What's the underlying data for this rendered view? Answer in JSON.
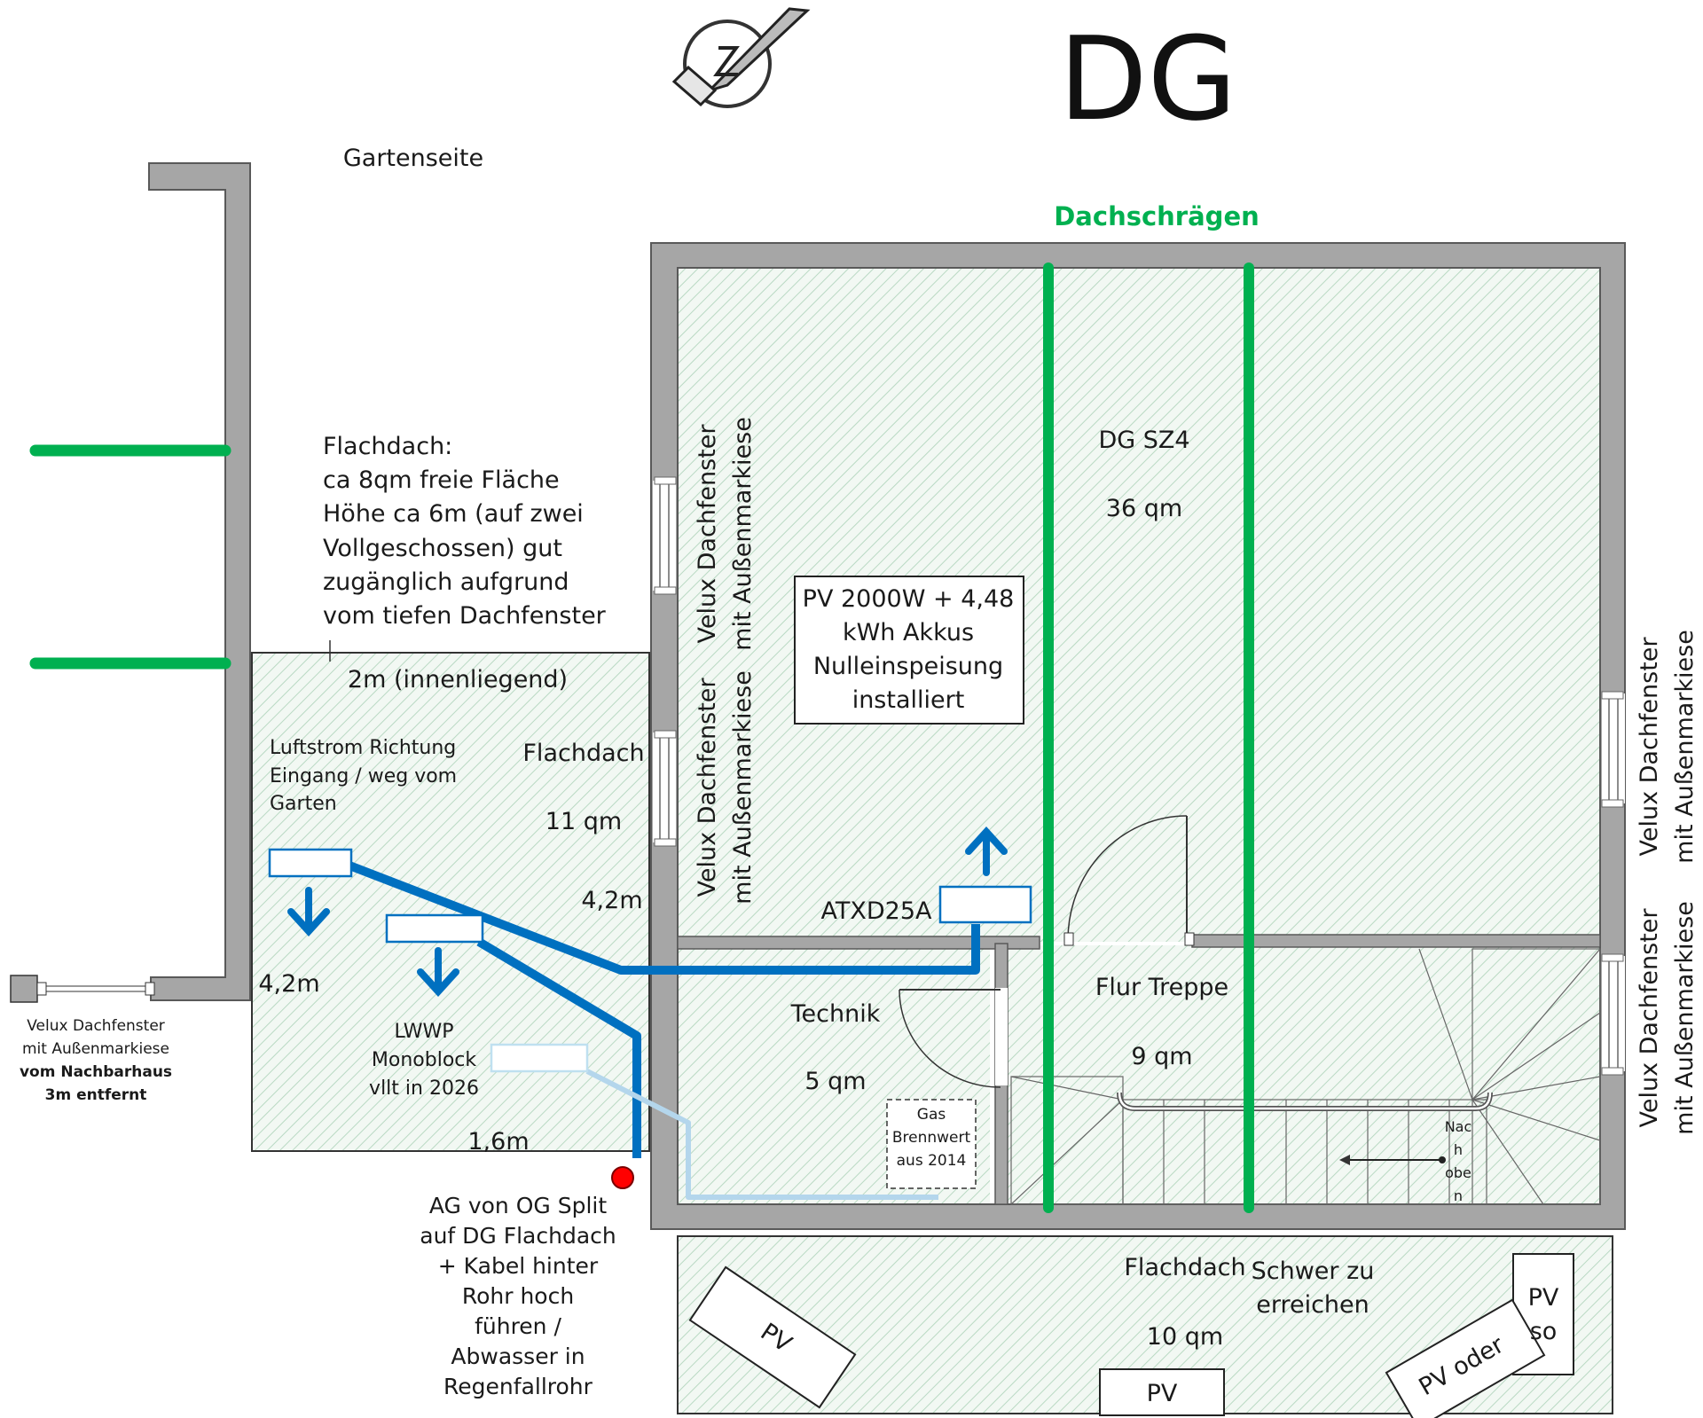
{
  "title": "DG",
  "labels": {
    "garden_side": "Gartenseite",
    "roof_slopes": "Dachschrägen",
    "flat_roof_note": [
      "Flachdach:",
      "ca 8qm freie Fläche",
      "Höhe ca 6m (auf zwei",
      "Vollgeschossen) gut",
      "zugänglich aufgrund",
      "vom tiefen Dachfenster"
    ],
    "inner_2m": "2m (innenliegend)",
    "airflow": [
      "Luftstrom Richtung",
      "Eingang / weg vom",
      "Garten"
    ],
    "flat_roof_left": "Flachdach",
    "flat_roof_left_area": "11 qm",
    "dim_4_2_right": "4,2m",
    "dim_4_2_left": "4,2m",
    "dim_1_6": "1,6m",
    "lwwp": [
      "LWWP",
      "Monoblock",
      "vllt in 2026"
    ],
    "neighbor_velux": [
      "Velux Dachfenster",
      "mit Außenmarkiese"
    ],
    "neighbor_velux_bold": [
      "vom Nachbarhaus",
      "3m entfernt"
    ],
    "ag_note": [
      "AG von OG Split",
      "auf DG Flachdach",
      "+ Kabel hinter",
      "Rohr hoch",
      "führen /",
      "Abwasser in",
      "Regenfallrohr"
    ],
    "velux_left_upper": [
      "Velux Dachfenster",
      "mit Außenmarkiese"
    ],
    "velux_left_lower": [
      "Velux Dachfenster",
      "mit Außenmarkiese"
    ],
    "velux_right_upper": [
      "Velux Dachfenster",
      "mit Außenmarkiese"
    ],
    "velux_right_lower": [
      "Velux Dachfenster",
      "mit Außenmarkiese"
    ],
    "pv_box": [
      "PV 2000W + 4,48",
      "kWh Akkus",
      "Nulleinspeisung",
      "installiert"
    ],
    "room_sz4": "DG SZ4",
    "room_sz4_area": "36 qm",
    "atxd": "ATXD25A",
    "technik": "Technik",
    "technik_area": "5 qm",
    "gas": [
      "Gas",
      "Brennwert",
      "aus 2014"
    ],
    "flur": "Flur Treppe",
    "flur_area": "9 qm",
    "stairs_dir": [
      "Nac",
      "h",
      "obe",
      "n"
    ],
    "flat_roof_bottom": "Flachdach",
    "flat_roof_bottom_area": "10 qm",
    "hard_to_reach": [
      "Schwer zu",
      "erreichen"
    ],
    "pv_tilted_left": "PV",
    "pv_center": "PV",
    "pv_oder": "PV oder",
    "pv_so": [
      "PV",
      "so"
    ]
  },
  "colors": {
    "wall": "#a6a6a6",
    "wall_stroke": "#595959",
    "hatch": "#b9d9c3",
    "green_line": "#00b050",
    "pipe_blue": "#0070c0",
    "pipe_light": "#b4d6ec",
    "red_dot": "#ff0000"
  },
  "icons": [
    "logo-stamp-icon",
    "arrow-down-icon",
    "arrow-up-icon"
  ]
}
